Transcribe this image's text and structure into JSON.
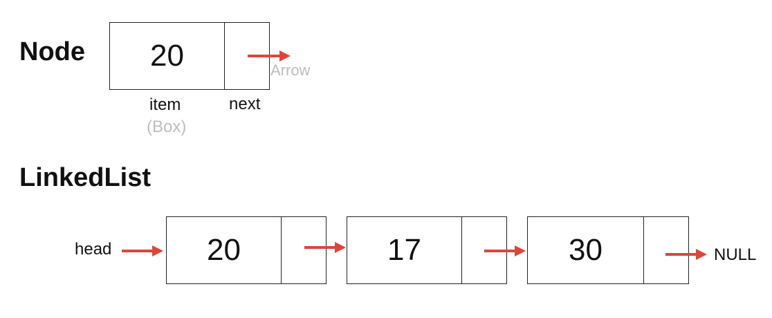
{
  "node_section": {
    "heading": "Node",
    "value": "20",
    "item_label": "item",
    "item_sublabel": "(Box)",
    "next_label": "next",
    "arrow_label": "Arrow"
  },
  "linkedlist_section": {
    "heading": "LinkedList",
    "head_label": "head",
    "nodes": [
      {
        "value": "20"
      },
      {
        "value": "17"
      },
      {
        "value": "30"
      }
    ],
    "null_label": "NULL"
  },
  "colors": {
    "arrow": "#d9473a",
    "border": "#222222",
    "faint_text": "#bdbdbd"
  }
}
